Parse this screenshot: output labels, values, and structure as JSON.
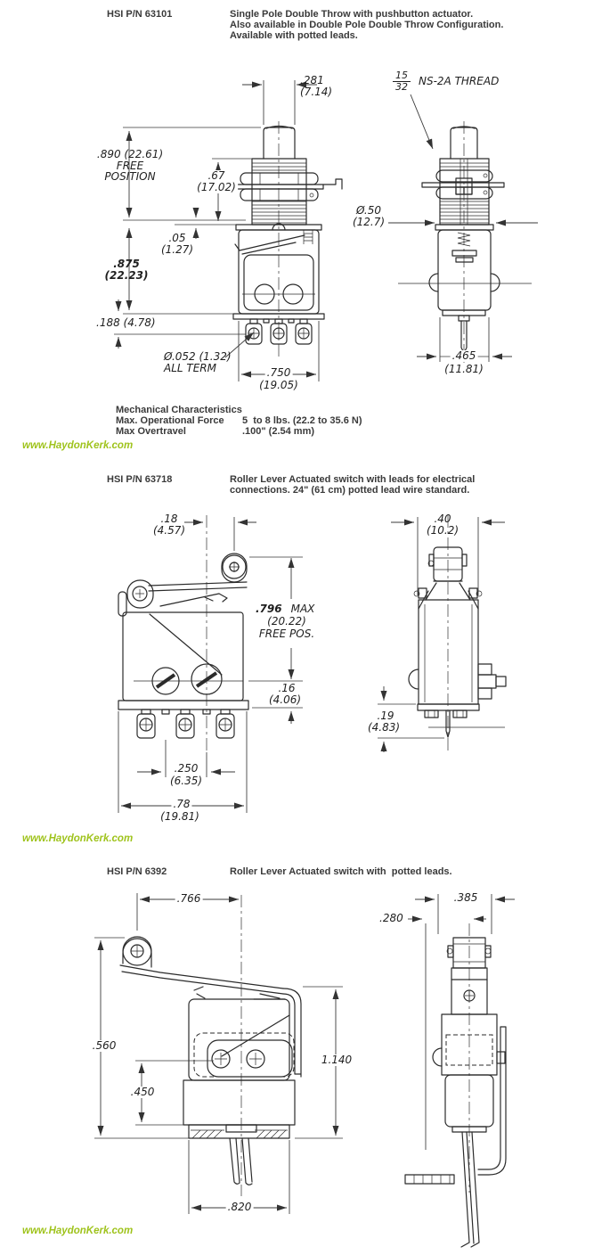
{
  "watermark": "www.HaydonKerk.com",
  "sections": [
    {
      "pn": "HSI P/N 63101",
      "desc1": "Single Pole Double Throw with pushbutton actuator.",
      "desc2": "Also available in Double Pole Double Throw Configuration.",
      "desc3": "Available with potted leads.",
      "dims": {
        "d281": ".281",
        "d281m": "(7.14)",
        "threadNum": "15",
        "threadDen": "32",
        "thread": "NS-2A THREAD",
        "d890": ".890 (22.61)",
        "d890b": "FREE",
        "d890c": "POSITION",
        "d67": ".67",
        "d67m": "(17.02)",
        "d05": ".05",
        "d05m": "(1.27)",
        "d875": ".875",
        "d875m": "(22.23)",
        "d188": ".188 (4.78)",
        "d052": "Ø.052 (1.32)",
        "d052b": "ALL TERM",
        "d750": ".750",
        "d750m": "(19.05)",
        "d50": "Ø.50",
        "d50m": "(12.7)",
        "d465": ".465",
        "d465m": "(11.81)"
      },
      "mech": {
        "title": "Mechanical Characteristics",
        "row1l": "Max. Operational Force",
        "row1v": "5  to 8 lbs. (22.2 to 35.6 N)",
        "row2l": "Max Overtravel",
        "row2v": ".100\" (2.54 mm)"
      }
    },
    {
      "pn": "HSI P/N 63718",
      "desc1": "Roller Lever Actuated switch with leads for electrical",
      "desc2": "connections. 24\" (61 cm) potted lead wire standard.",
      "dims": {
        "d18": ".18",
        "d18m": "(4.57)",
        "d40": ".40",
        "d40m": "(10.2)",
        "d796": ".796",
        "d796max": "MAX",
        "d796m": "(20.22)",
        "d796f": "FREE POS.",
        "d16": ".16",
        "d16m": "(4.06)",
        "d19": ".19",
        "d19m": "(4.83)",
        "d250": ".250",
        "d250m": "(6.35)",
        "d78": ".78",
        "d78m": "(19.81)"
      }
    },
    {
      "pn": "HSI P/N 6392",
      "desc1": "Roller Lever Actuated switch with  potted leads.",
      "dims": {
        "d766": ".766",
        "d560": ".560",
        "d1140": "1.140",
        "d450": ".450",
        "d820": ".820",
        "d385": ".385",
        "d280": ".280"
      }
    }
  ]
}
